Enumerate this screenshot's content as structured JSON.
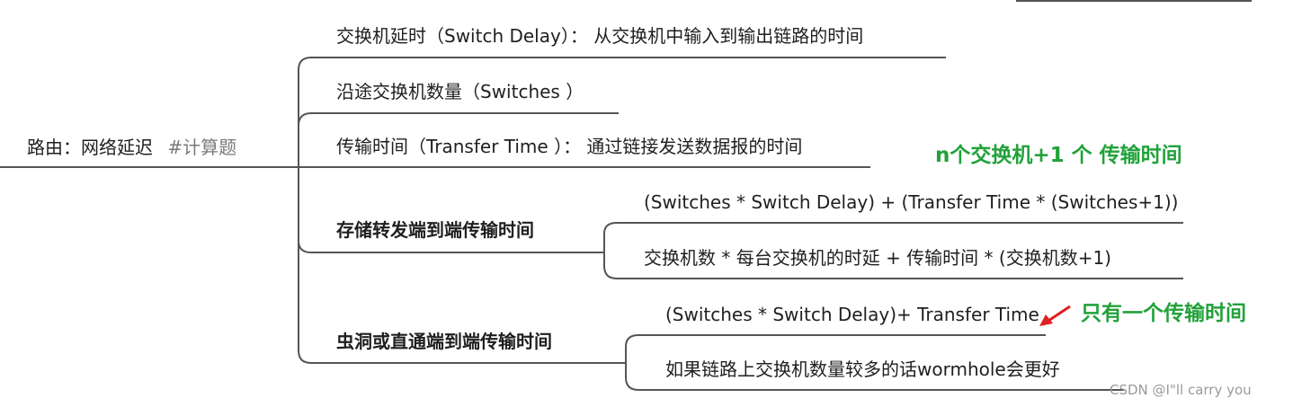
{
  "root": {
    "label": "路由：网络延迟",
    "tag": "#计算题"
  },
  "branches": {
    "switch_delay": "交换机延时（Switch Delay）： 从交换机中输入到输出链路的时间",
    "switches": "沿途交换机数量（Switches ）",
    "transfer_time": "传输时间（Transfer Time ）： 通过链接发送数据报的时间",
    "store_forward": {
      "label": "存储转发端到端传输时间",
      "formula": "(Switches * Switch Delay) + (Transfer Time * (Switches+1))",
      "formula_cn": "交换机数 * 每台交换机的时延 + 传输时间 * (交换机数+1)"
    },
    "wormhole": {
      "label": "虫洞或直通端到端传输时间",
      "formula": "(Switches * Switch Delay)+ Transfer Time",
      "note": "如果链路上交换机数量较多的话wormhole会更好"
    }
  },
  "annotations": {
    "note1": "n个交换机+1 个 传输时间",
    "note2": "只有一个传输时间",
    "arrow_color": "#e02020",
    "note_color": "#21a23a"
  },
  "watermark": "CSDN @I\"ll carry you",
  "colors": {
    "line": "#555555",
    "text": "#1f1f1f"
  }
}
